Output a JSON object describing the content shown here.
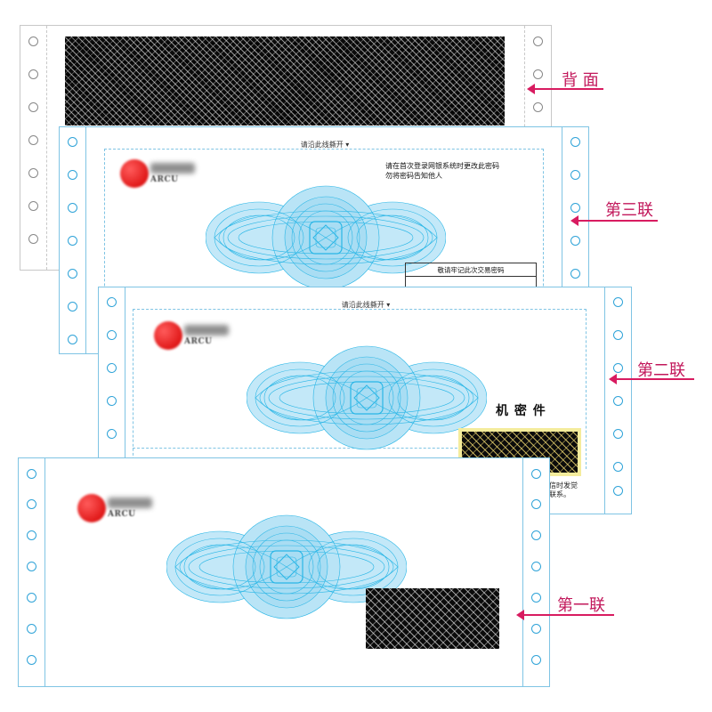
{
  "colors": {
    "accent": "#d81b60",
    "rosette": "#29b6e6",
    "perforation": "#9fd2ea"
  },
  "labels": {
    "back": "背 面",
    "copy3": "第三联",
    "copy2": "第二联",
    "copy1": "第一联"
  },
  "sheet3": {
    "tear_text": "请沿此线撕开",
    "notice_line1": "请在首次登录网银系统时更改此密码",
    "notice_line2": "勿将密码告知他人",
    "password_box_title": "敬请牢记此次交易密码"
  },
  "sheet2": {
    "tear_text": "请沿此线撕开",
    "confidential": "机 密 件",
    "side_fragment_1": "信时发觉",
    "side_fragment_2": "联系。"
  },
  "brand": {
    "subtext": "ARCU"
  }
}
